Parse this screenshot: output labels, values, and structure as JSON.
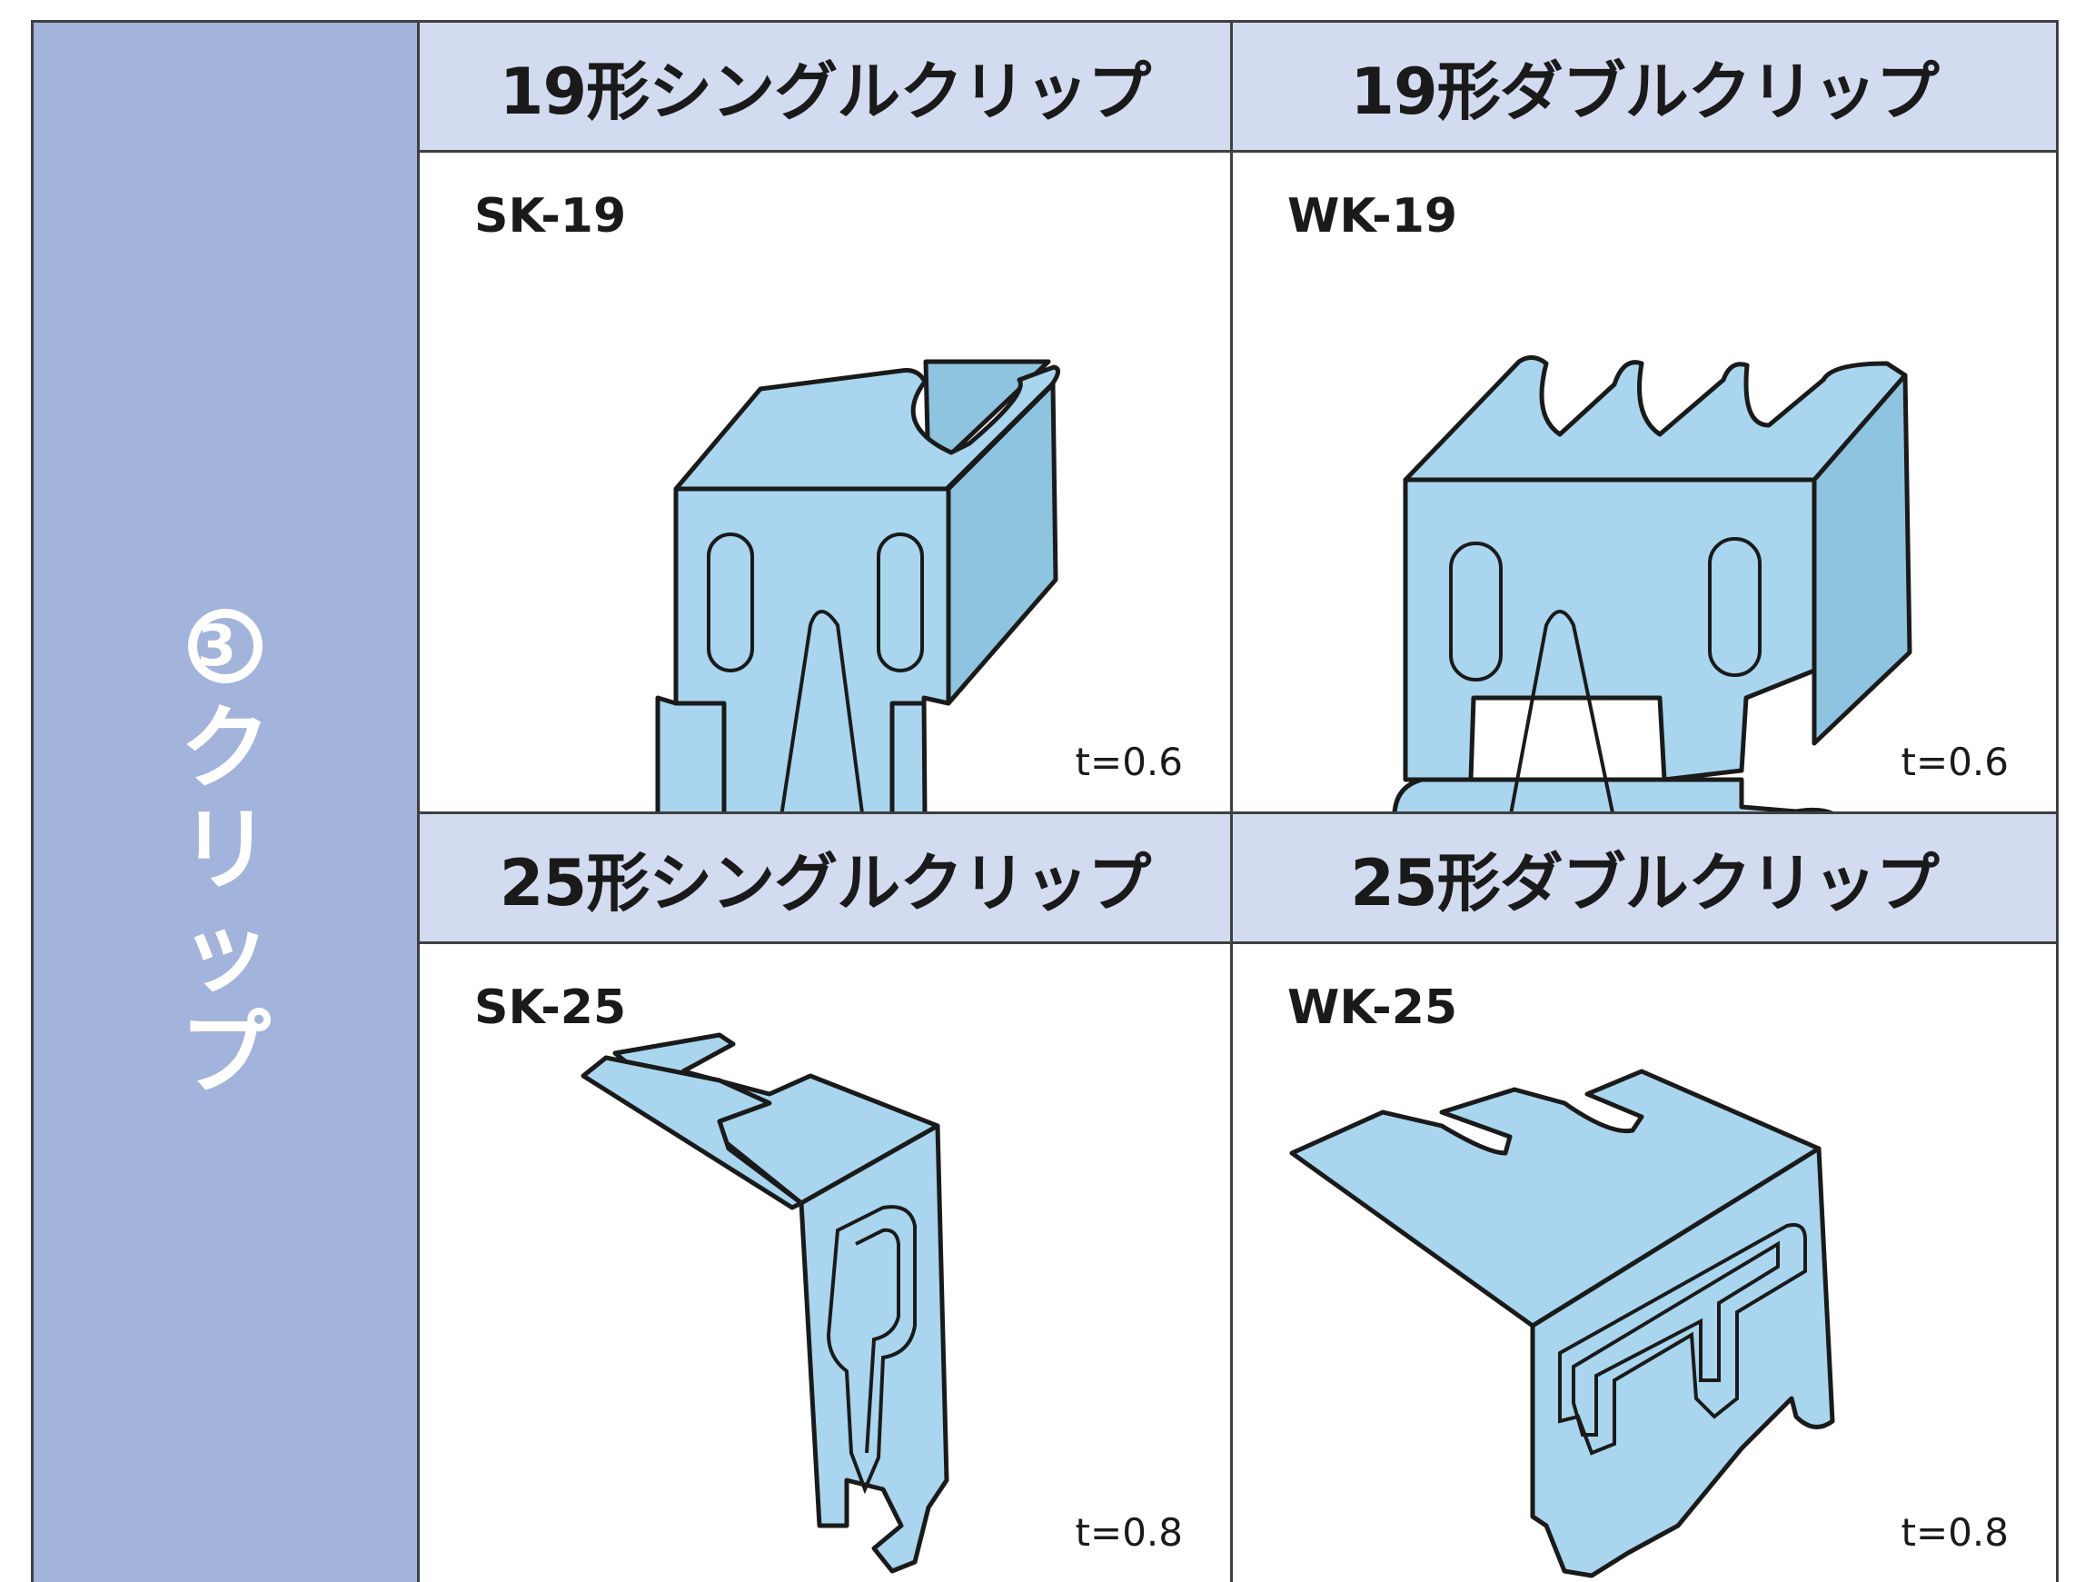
{
  "category": {
    "number": "3",
    "label_chars": [
      "ク",
      "リ",
      "ッ",
      "プ"
    ]
  },
  "products": [
    {
      "title": "19形シングルクリップ",
      "code": "SK-19",
      "thickness": "t=0.6"
    },
    {
      "title": "19形ダブルクリップ",
      "code": "WK-19",
      "thickness": "t=0.6"
    },
    {
      "title": "25形シングルクリップ",
      "code": "SK-25",
      "thickness": "t=0.8"
    },
    {
      "title": "25形ダブルクリップ",
      "code": "WK-25",
      "thickness": "t=0.8"
    }
  ],
  "colors": {
    "side_panel": "#a2b3dc",
    "header_band": "#d3dbf0",
    "clip_fill": "#a9d6ee",
    "outline": "#1a1a1a"
  }
}
